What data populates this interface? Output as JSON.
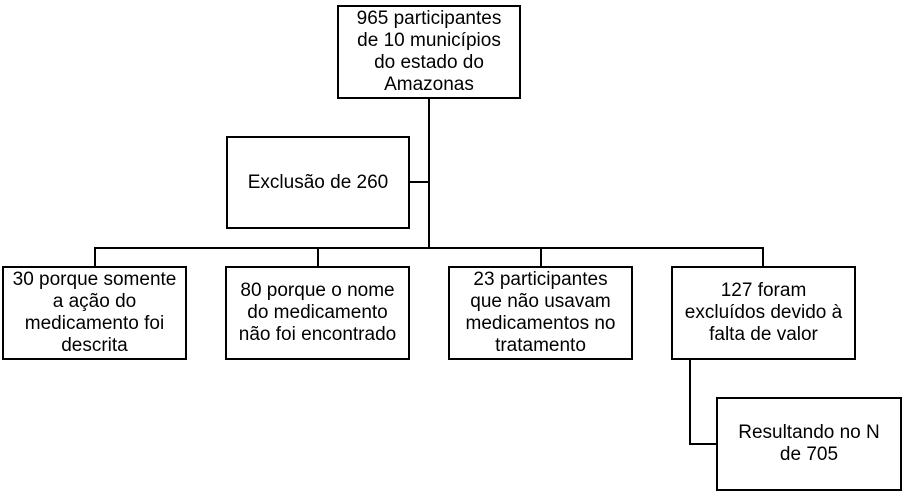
{
  "diagram": {
    "top_box": "965 participantes\nde 10 municípios\ndo estado do\nAmazonas",
    "exclusion_box": "Exclusão de 260",
    "reasons": [
      "30 porque somente\na ação do\nmedicamento foi\ndescrita",
      "80 porque o nome\ndo medicamento\nnão foi encontrado",
      "23 participantes\nque não usavam\nmedicamentos no\ntratamento",
      "127 foram\nexcluídos devido à\nfalta de valor"
    ],
    "result_box": "Resultando no N\nde 705"
  }
}
